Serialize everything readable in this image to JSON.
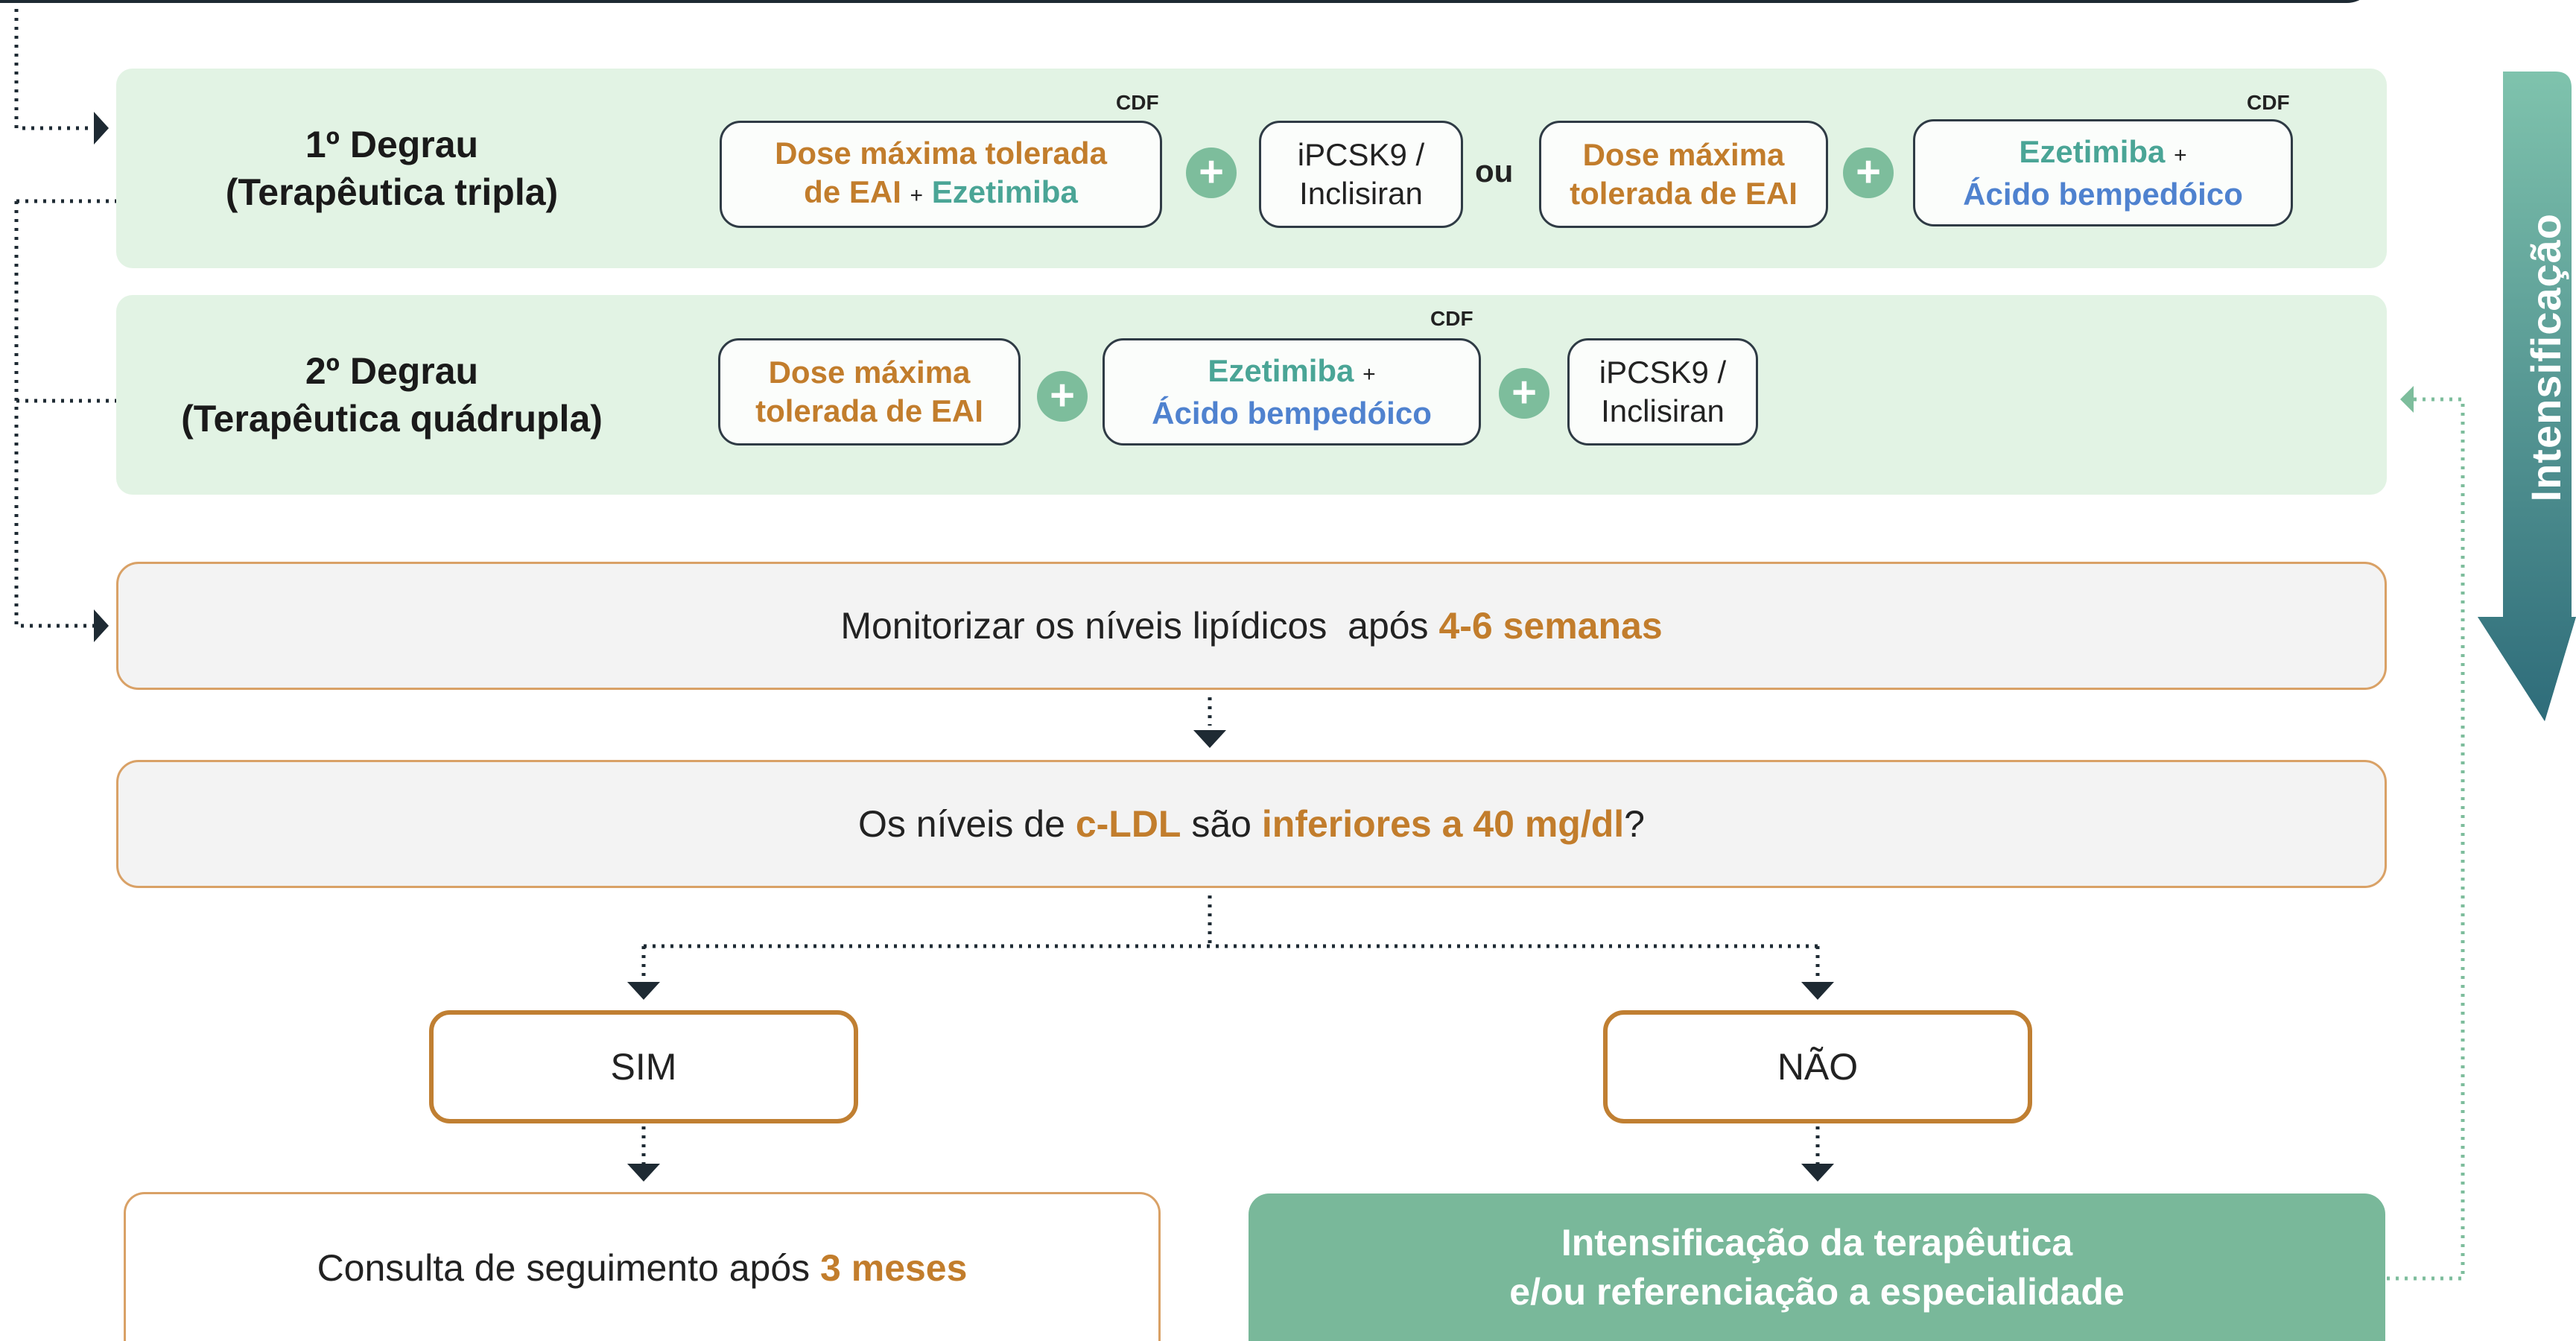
{
  "colors": {
    "row_bg": "#e2f3e4",
    "orange": "#c27d2c",
    "teal": "#4aa596",
    "blue": "#4f82cf",
    "plus_bg": "#7dbd9c",
    "result_green": "#79b89a",
    "arrow_top": "#7fc3ad",
    "arrow_bottom": "#2e6c7a"
  },
  "step1": {
    "title_line1": "1º Degrau",
    "title_line2": "(Terapêutica tripla)",
    "cdf_a": "CDF",
    "cdf_b": "CDF",
    "pill1_line1": "Dose máxima tolerada",
    "pill1_line2_orange": "de EAI",
    "pill1_plus": "+",
    "pill1_line2_teal": "Ezetimiba",
    "pill2_line1": "iPCSK9 /",
    "pill2_line2": "Inclisiran",
    "or_label": "ou",
    "pill3_line1": "Dose máxima",
    "pill3_line2": "tolerada de EAI",
    "pill4_line1_teal": "Ezetimiba",
    "pill4_plus": "+",
    "pill4_line2_blue": "Ácido bempedóico",
    "plus_symbol": "+"
  },
  "step2": {
    "title_line1": "2º Degrau",
    "title_line2": "(Terapêutica quádrupla)",
    "cdf": "CDF",
    "pill1_line1": "Dose máxima",
    "pill1_line2": "tolerada de EAI",
    "pill2_line1_teal": "Ezetimiba",
    "pill2_plus": "+",
    "pill2_line2_blue": "Ácido bempedóico",
    "pill3_line1": "iPCSK9 /",
    "pill3_line2": "Inclisiran",
    "plus_symbol": "+"
  },
  "monitor": {
    "text": "Monitorizar os níveis lipídicos  após ",
    "highlight": "4-6 semanas"
  },
  "question": {
    "text_a": "Os níveis de ",
    "highlight_a": "c-LDL",
    "text_b": " são ",
    "highlight_b": "inferiores a 40 mg/dl",
    "text_c": "?"
  },
  "answers": {
    "yes": "SIM",
    "no": "NÃO"
  },
  "result_yes": {
    "text": "Consulta de seguimento após ",
    "highlight": "3 meses"
  },
  "result_no": {
    "line1": "Intensificação da terapêutica",
    "line2": "e/ou referenciação a especialidade"
  },
  "side_arrow": {
    "label": "Intensificação"
  }
}
